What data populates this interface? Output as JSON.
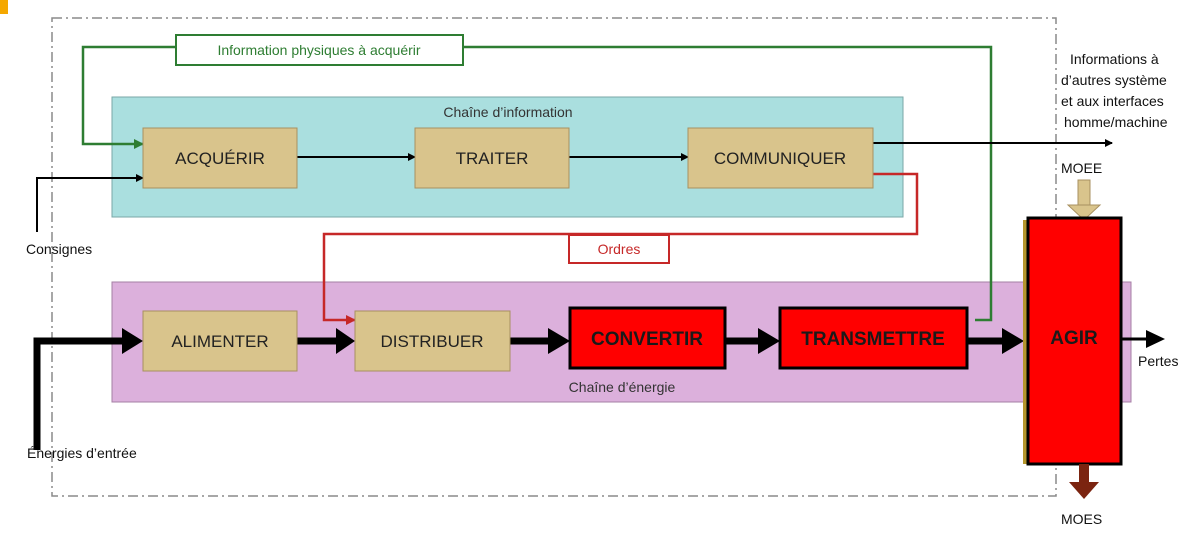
{
  "chains": {
    "information": "Chaîne d’information",
    "energie": "Chaîne d’énergie"
  },
  "functions": {
    "acquerir": "ACQUÉRIR",
    "traiter": "TRAITER",
    "communiquer": "COMMUNIQUER",
    "alimenter": "ALIMENTER",
    "distribuer": "DISTRIBUER",
    "convertir": "CONVERTIR",
    "transmettre": "TRANSMETTRE",
    "agir": "AGIR"
  },
  "flows": {
    "info_physiques": "Information physiques à acquérir",
    "ordres": "Ordres",
    "consignes": "Consignes",
    "energies_entree": "Énergies d’entrée",
    "pertes": "Pertes",
    "moee": "MOEE",
    "moes": "MOES",
    "informations_sortie": [
      "Informations à",
      "d’autres système",
      "et aux interfaces",
      "homme/machine"
    ]
  },
  "colors": {
    "info_chain_bg": "#aadfdf",
    "energy_chain_bg": "#dcb0dc",
    "block_fill": "#d9c48c",
    "highlight_fill": "#ff0000",
    "info_flow_green": "#2e7d32",
    "order_flow_red": "#c62828",
    "moee_arrow": "#d9c48c",
    "moes_arrow": "#7b2410"
  }
}
